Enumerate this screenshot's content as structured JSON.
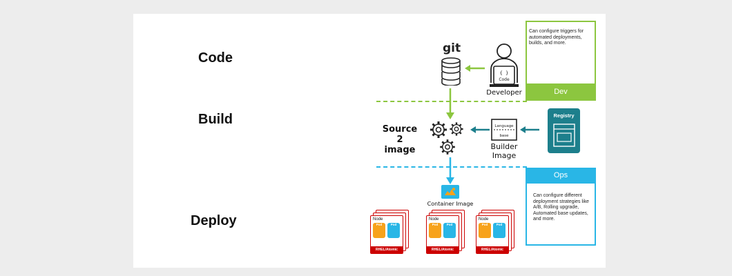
{
  "stages": {
    "code": "Code",
    "build": "Build",
    "deploy": "Deploy"
  },
  "git_label": "git",
  "developer": {
    "label": "Developer",
    "code_text": "{ }\nCode"
  },
  "s2i": {
    "line1": "Source",
    "line2": "2",
    "line3": "image"
  },
  "builder": {
    "label_line1": "Builder",
    "label_line2": "Image",
    "icon_top": "Language",
    "icon_bottom": "base"
  },
  "registry_label": "Registry",
  "container_image_label": "Container Image",
  "dev_panel": {
    "note": "Can configure triggers for automated deployments, builds, and more.",
    "bar_label": "Dev"
  },
  "ops_panel": {
    "bar_label": "Ops",
    "note": "Can configure different deployment strategies like A/B, Rolling upgrade, Automated base updates, and more."
  },
  "nodes": [
    {
      "node_label": "Node",
      "pod_label": "Pod",
      "footer": "RHEL/Atomic"
    },
    {
      "node_label": "Node",
      "pod_label": "Pod",
      "footer": "RHEL/Atomic"
    },
    {
      "node_label": "Node",
      "pod_label": "Pod",
      "footer": "RHEL/Atomic"
    }
  ],
  "colors": {
    "green": "#8cc63f",
    "blue": "#29b6e6",
    "teal": "#1d7f8c",
    "red": "#cc0000",
    "orange": "#f7a21b"
  }
}
